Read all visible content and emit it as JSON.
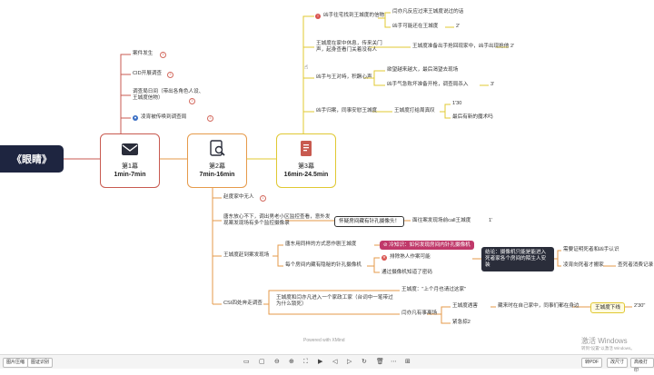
{
  "root": {
    "title": "《眼睛》"
  },
  "acts": [
    {
      "label": "第1幕",
      "range": "1min-7min",
      "icon": "envelope-icon",
      "color": "#c85a50"
    },
    {
      "label": "第2幕",
      "range": "7min-16min",
      "icon": "document-search-icon",
      "color": "#e69a4a"
    },
    {
      "label": "第3幕",
      "range": "16min-24.5min",
      "icon": "notebook-icon",
      "color": "#e0c832"
    }
  ],
  "act1_items": [
    "案件发生",
    "CID开展调查",
    "调查局日间（带出各角色人设、王城度信物）",
    "凌宵被传唤到调查局"
  ],
  "act1_counts": [
    "3",
    "3",
    "3",
    "3"
  ],
  "act2": {
    "n1": "赵度家中无人",
    "n2": "唐东放心不下，调出男老小区监控查看，意外发现案发现场有多个监控摄像录",
    "n2_box": "怀疑房间藏有针孔摄像头！",
    "n2_right": "面往案发现场前call王城度",
    "n2_num": "1'",
    "n3": "王城度赶到案发现场",
    "n3a": "唐东用同样的方式恶作剧王城度",
    "n3b": "每个房间内藏有隐秘的针孔摄像机",
    "tag_cold": "冷知识：如何发现房间内针孔摄像机",
    "tag_ex": "排除熟人作案可能",
    "tag_pw": "通过摄像机知道了密码",
    "conclusion": "结论：摄像机只能是能进入死者家各个房间的陌生人安装",
    "c1": "需要证明死者和凶手认识",
    "c2": "凌宵向死者才搬家",
    "c2b": "查死者消费记录",
    "n4": "CSI四处奔走调查",
    "n4a": "王城度和闫亦凡进入一个家政工家（台词中一笔带过为什么锁死）",
    "n4b1": "王城度：\"上个月也请过这家\"",
    "n4b2": "闫亦凡有事离场",
    "n4c1": "王城度遇害",
    "n4c2": "紧急掠2",
    "n4c_text": "藏来时在自己家中，同事们都在身边",
    "n4c_box": "王城度下线",
    "n4c_num": "2'30\""
  },
  "act3": {
    "a1": "凶手往宅找到王城度的信物",
    "a1_1": "闫亦凡反应过来王城度说过的话",
    "a1_2": "凶手可能还在王城度",
    "a1_2num": "2'",
    "a2": "王城度在家中休息，传来关门声，起身查看门关着没有人",
    "a2_1": "王城度准备出手抢回现家中，凶手出现抢他",
    "a2_num": "2'",
    "a3": "凶手与王对峙，积蹶心声",
    "a3_1": "欲望越来越大，最后渴望去现场",
    "a3_2": "凶手气急败坏准备开枪，调查局杀入",
    "a3_num": "3'",
    "a4": "凶手归案，同事安慰王城度",
    "a4_1": "王城度打给周真叹",
    "a4_num": "1'30",
    "a4_2": "最后有新的魔术吗"
  },
  "watermark": {
    "powered": "Powered with XMind",
    "activate": "激活 Windows",
    "activate_sub": "转到\"设置\"以激活 Windows。"
  },
  "bottombar": {
    "left": [
      "图片压缩",
      "图证识别"
    ],
    "right": [
      "转PDF",
      "改尺寸",
      "高级打印"
    ],
    "tools": [
      "screen-icon",
      "window-icon",
      "zoom-out-icon",
      "zoom-in-icon",
      "fit-icon",
      "play-icon",
      "prev-icon",
      "next-icon",
      "rotate-icon",
      "delete-icon",
      "more-icon",
      "grid-icon"
    ]
  },
  "colors": {
    "act1": "#c85a50",
    "act2": "#e69a4a",
    "act3": "#e0c832",
    "root": "#1e2540",
    "cold": "#c0396a",
    "conclusion": "#2a2d3a"
  }
}
